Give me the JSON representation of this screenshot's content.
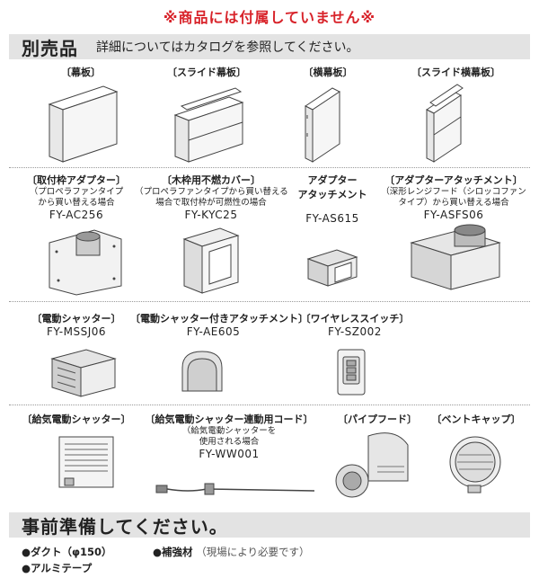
{
  "notice": "※商品には付属していません※",
  "section_accessories": {
    "title": "別売品",
    "subtitle": "詳細についてはカタログを参照してください。"
  },
  "row1": [
    {
      "label": "〔幕板〕"
    },
    {
      "label": "〔スライド幕板〕"
    },
    {
      "label": "〔横幕板〕"
    },
    {
      "label": "〔スライド横幕板〕"
    }
  ],
  "row2": [
    {
      "label": "〔取付枠アダプター〕",
      "note1": "（プロペラファンタイプ",
      "note2": "から買い替える場合",
      "model": "FY-AC256"
    },
    {
      "label": "〔木枠用不燃カバー〕",
      "note1": "（プロペラファンタイプから買い替える",
      "note2": "場合で取付枠が可燃性の場合",
      "model": "FY-KYC25"
    },
    {
      "label": "アダプター",
      "note1": "アタッチメント",
      "model": "FY-AS615"
    },
    {
      "label": "〔アダプターアタッチメント〕",
      "note1": "（深形レンジフード（シロッコファン",
      "note2": "タイプ）から買い替える場合",
      "model": "FY-ASFS06"
    }
  ],
  "row3": [
    {
      "label": "〔電動シャッター〕",
      "model": "FY-MSSJ06"
    },
    {
      "label": "〔電動シャッター付きアタッチメント〕",
      "model": "FY-AE605"
    },
    {
      "label": "〔ワイヤレススイッチ〕",
      "model": "FY-SZ002"
    }
  ],
  "row4": [
    {
      "label": "〔給気電動シャッター〕"
    },
    {
      "label": "〔給気電動シャッター連動用コード〕",
      "note1": "（給気電動シャッターを",
      "note2": "使用される場合",
      "model": "FY-WW001"
    },
    {
      "label": "〔パイプフード〕"
    },
    {
      "label": "〔ベントキャップ〕"
    }
  ],
  "section_prep": {
    "title": "事前準備してください。",
    "duct": "●ダクト（φ150）",
    "reinforce": "●補強材",
    "reinforce_note": "（現場により必要です）",
    "tape": "●アルミテープ"
  }
}
